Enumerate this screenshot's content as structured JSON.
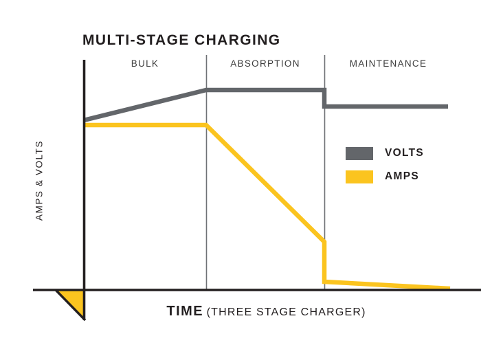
{
  "title": "MULTI-STAGE CHARGING",
  "axes": {
    "y_label": "AMPS & VOLTS",
    "x_label_bold": "TIME",
    "x_label_light": "(THREE STAGE CHARGER)"
  },
  "stages": [
    {
      "name": "bulk",
      "label": "BULK"
    },
    {
      "name": "absorption",
      "label": "ABSORPTION"
    },
    {
      "name": "maintenance",
      "label": "MAINTENANCE"
    }
  ],
  "legend": [
    {
      "name": "volts",
      "label": "VOLTS",
      "color": "#63666a"
    },
    {
      "name": "amps",
      "label": "AMPS",
      "color": "#fbc41f"
    }
  ],
  "colors": {
    "volts": "#63666a",
    "amps": "#fbc41f",
    "axis": "#231f20",
    "divider": "#6f7276",
    "text": "#231f20"
  },
  "chart_data": {
    "type": "line",
    "title": "MULTI-STAGE CHARGING",
    "xlabel": "TIME (THREE STAGE CHARGER)",
    "ylabel": "AMPS & VOLTS",
    "grid": false,
    "legend_position": "center-right",
    "xlim": [
      0,
      100
    ],
    "ylim": [
      0,
      100
    ],
    "stage_boundaries": [
      {
        "label": "BULK",
        "x_start": 0,
        "x_end": 33.5
      },
      {
        "label": "ABSORPTION",
        "x_start": 33.5,
        "x_end": 66
      },
      {
        "label": "MAINTENANCE",
        "x_start": 66,
        "x_end": 100
      }
    ],
    "series": [
      {
        "name": "VOLTS",
        "color": "#63666a",
        "points": [
          {
            "x": 0,
            "y": 74
          },
          {
            "x": 33.5,
            "y": 87
          },
          {
            "x": 66,
            "y": 87
          },
          {
            "x": 66,
            "y": 80
          },
          {
            "x": 100,
            "y": 80
          }
        ]
      },
      {
        "name": "AMPS",
        "color": "#fbc41f",
        "points": [
          {
            "x": 0,
            "y": 72
          },
          {
            "x": 33.5,
            "y": 72
          },
          {
            "x": 66,
            "y": 21
          },
          {
            "x": 66,
            "y": 3.5
          },
          {
            "x": 100,
            "y": 0.6
          }
        ]
      }
    ]
  }
}
